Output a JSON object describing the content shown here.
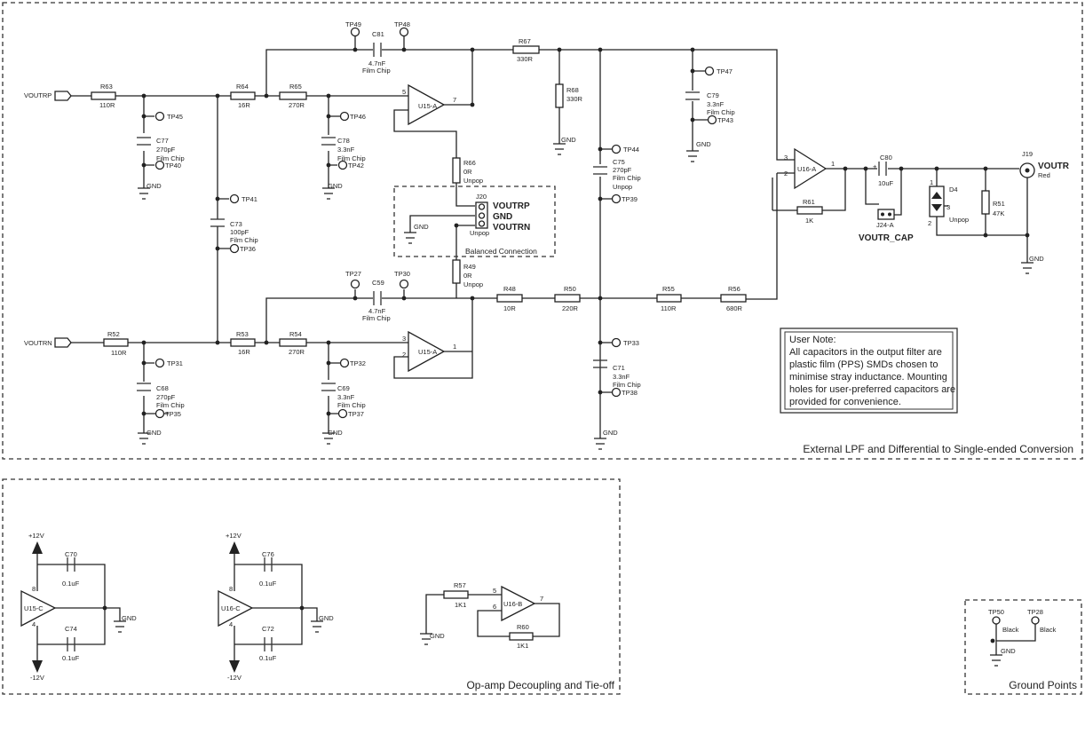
{
  "sections": {
    "lpf_title": "External LPF and Differential to Single-ended Conversion",
    "decoupling_title": "Op-amp Decoupling and Tie-off",
    "ground_title": "Ground Points",
    "balanced_label": "Balanced Connection"
  },
  "ports": {
    "voutrp": "VOUTRP",
    "voutrn": "VOUTRN"
  },
  "resistors": {
    "R63": {
      "ref": "R63",
      "val": "110R"
    },
    "R64": {
      "ref": "R64",
      "val": "16R"
    },
    "R65": {
      "ref": "R65",
      "val": "270R"
    },
    "R67": {
      "ref": "R67",
      "val": "330R"
    },
    "R68": {
      "ref": "R68",
      "val": "330R"
    },
    "R66": {
      "ref": "R66",
      "val": "0R",
      "note": "Unpop"
    },
    "R49": {
      "ref": "R49",
      "val": "0R",
      "note": "Unpop"
    },
    "R52": {
      "ref": "R52",
      "val": "110R"
    },
    "R53": {
      "ref": "R53",
      "val": "16R"
    },
    "R54": {
      "ref": "R54",
      "val": "270R"
    },
    "R48": {
      "ref": "R48",
      "val": "10R"
    },
    "R50": {
      "ref": "R50",
      "val": "220R"
    },
    "R55": {
      "ref": "R55",
      "val": "110R"
    },
    "R56": {
      "ref": "R56",
      "val": "680R"
    },
    "R61": {
      "ref": "R61",
      "val": "1K"
    },
    "R51": {
      "ref": "R51",
      "val": "47K"
    },
    "R57": {
      "ref": "R57",
      "val": "1K1"
    },
    "R60": {
      "ref": "R60",
      "val": "1K1"
    }
  },
  "capacitors": {
    "C81": {
      "ref": "C81",
      "val": "4.7nF",
      "type": "Film Chip"
    },
    "C77": {
      "ref": "C77",
      "val": "270pF",
      "type": "Film Chip"
    },
    "C78": {
      "ref": "C78",
      "val": "3.3nF",
      "type": "Film Chip"
    },
    "C73": {
      "ref": "C73",
      "val": "100pF",
      "type": "Film Chip"
    },
    "C59": {
      "ref": "C59",
      "val": "4.7nF",
      "type": "Film Chip"
    },
    "C68": {
      "ref": "C68",
      "val": "270pF",
      "type": "Film Chip"
    },
    "C69": {
      "ref": "C69",
      "val": "3.3nF",
      "type": "Film Chip"
    },
    "C79": {
      "ref": "C79",
      "val": "3.3nF",
      "type": "Film Chip"
    },
    "C75": {
      "ref": "C75",
      "val": "270pF",
      "type": "Film Chip",
      "note": "Unpop"
    },
    "C71": {
      "ref": "C71",
      "val": "3.3nF",
      "type": "Film Chip"
    },
    "C80": {
      "ref": "C80",
      "val": "10uF"
    },
    "C70": {
      "ref": "C70",
      "val": "0.1uF"
    },
    "C74": {
      "ref": "C74",
      "val": "0.1uF"
    },
    "C76": {
      "ref": "C76",
      "val": "0.1uF"
    },
    "C72": {
      "ref": "C72",
      "val": "0.1uF"
    }
  },
  "testpoints": {
    "TP45": "TP45",
    "TP40": "TP40",
    "TP46": "TP46",
    "TP42": "TP42",
    "TP41": "TP41",
    "TP36": "TP36",
    "TP49": "TP49",
    "TP48": "TP48",
    "TP27": "TP27",
    "TP30": "TP30",
    "TP31": "TP31",
    "TP35": "TP35",
    "TP32": "TP32",
    "TP37": "TP37",
    "TP47": "TP47",
    "TP43": "TP43",
    "TP44": "TP44",
    "TP39": "TP39",
    "TP33": "TP33",
    "TP38": "TP38",
    "TP50": "TP50",
    "TP28": "TP28"
  },
  "opamps": {
    "U15A": "U15-A",
    "U16A": "U16-A",
    "U15C": "U15-C",
    "U16C": "U16-C",
    "U16B": "U16-B"
  },
  "pins": {
    "p1": "1",
    "p2": "2",
    "p3": "3",
    "p4": "4",
    "p5": "5",
    "p6": "6",
    "p7": "7",
    "p8": "8"
  },
  "rails": {
    "pos": "+12V",
    "neg": "-12V"
  },
  "gnd": "GND",
  "j20": {
    "ref": "J20",
    "l1": "VOUTRP",
    "l2": "GND",
    "l3": "VOUTRN",
    "note": "Unpop"
  },
  "j24": {
    "ref": "J24-A",
    "label": "VOUTR_CAP"
  },
  "j19": {
    "ref": "J19",
    "label": "VOUTR",
    "color": "Red"
  },
  "d4": {
    "ref": "D4",
    "note": "Unpop"
  },
  "unpop": "Unpop",
  "tp_color": "Black",
  "user_note": {
    "l1": "User Note:",
    "l2": "All capacitors in the output filter are",
    "l3": "plastic film (PPS) SMDs chosen to",
    "l4": "minimise stray inductance.  Mounting",
    "l5": "holes for user-preferred capacitors are",
    "l6": "provided for convenience."
  }
}
